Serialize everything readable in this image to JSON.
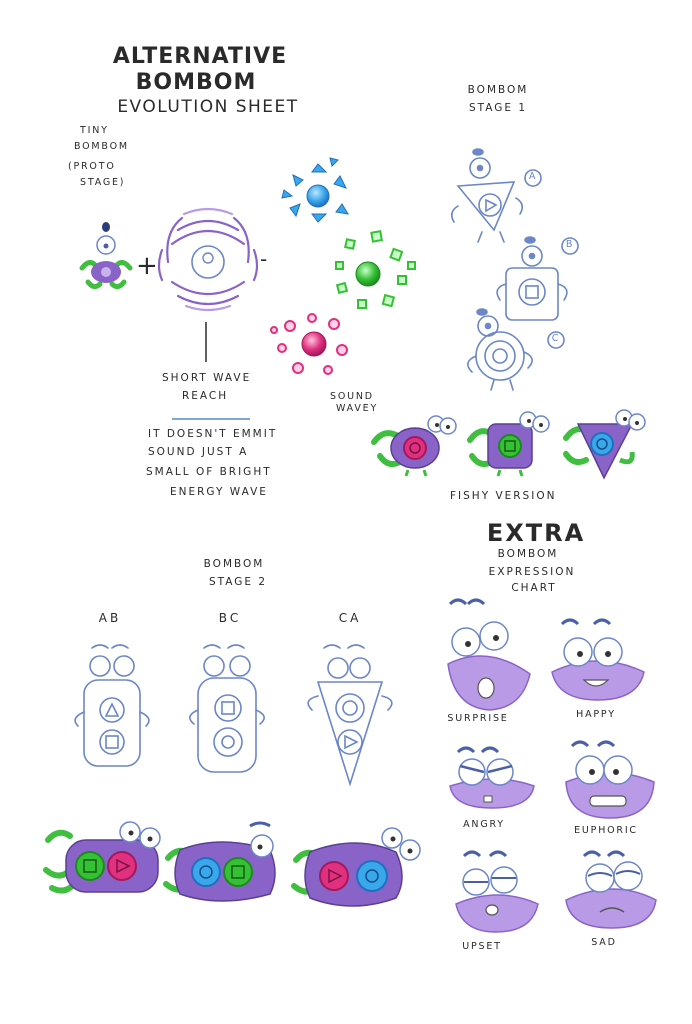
{
  "sheet": {
    "title_line1": "Alternative",
    "title_line2": "Bombom",
    "title_line3": "Evolution Sheet",
    "tiny_label": [
      "Tiny",
      "Bombom",
      "(Proto",
      "stage)"
    ],
    "plus_sign": "+",
    "minus_sign": "-",
    "short_wave_label": [
      "Short wave",
      "reach"
    ],
    "note": [
      "It doesn't emmit",
      "sound just a",
      "small of bright",
      "energy wave"
    ],
    "stage1_title": [
      "Bombom",
      "stage 1"
    ],
    "stage1_letters": [
      "A",
      "B",
      "C"
    ],
    "sound_wavey_label": [
      "Sound",
      "wavey"
    ],
    "fishy_label": "Fishy version",
    "stage2_title": [
      "Bombom",
      "stage 2"
    ],
    "stage2_combos": [
      "AB",
      "BC",
      "CA"
    ],
    "extra_title": "Extra",
    "expression_title": [
      "Bombom",
      "expression",
      "chart"
    ],
    "expressions": [
      "Surprise",
      "Happy",
      "Angry",
      "Euphoric",
      "Upset",
      "Sad"
    ]
  },
  "colors": {
    "sketch_blue": "#6b86c9",
    "purple": "#8a63c9",
    "light_purple": "#b99ae6",
    "green": "#3fbe3f",
    "pink": "#e0307f",
    "blue": "#3aa7ea",
    "underline_blue": "#7ea6d9"
  }
}
